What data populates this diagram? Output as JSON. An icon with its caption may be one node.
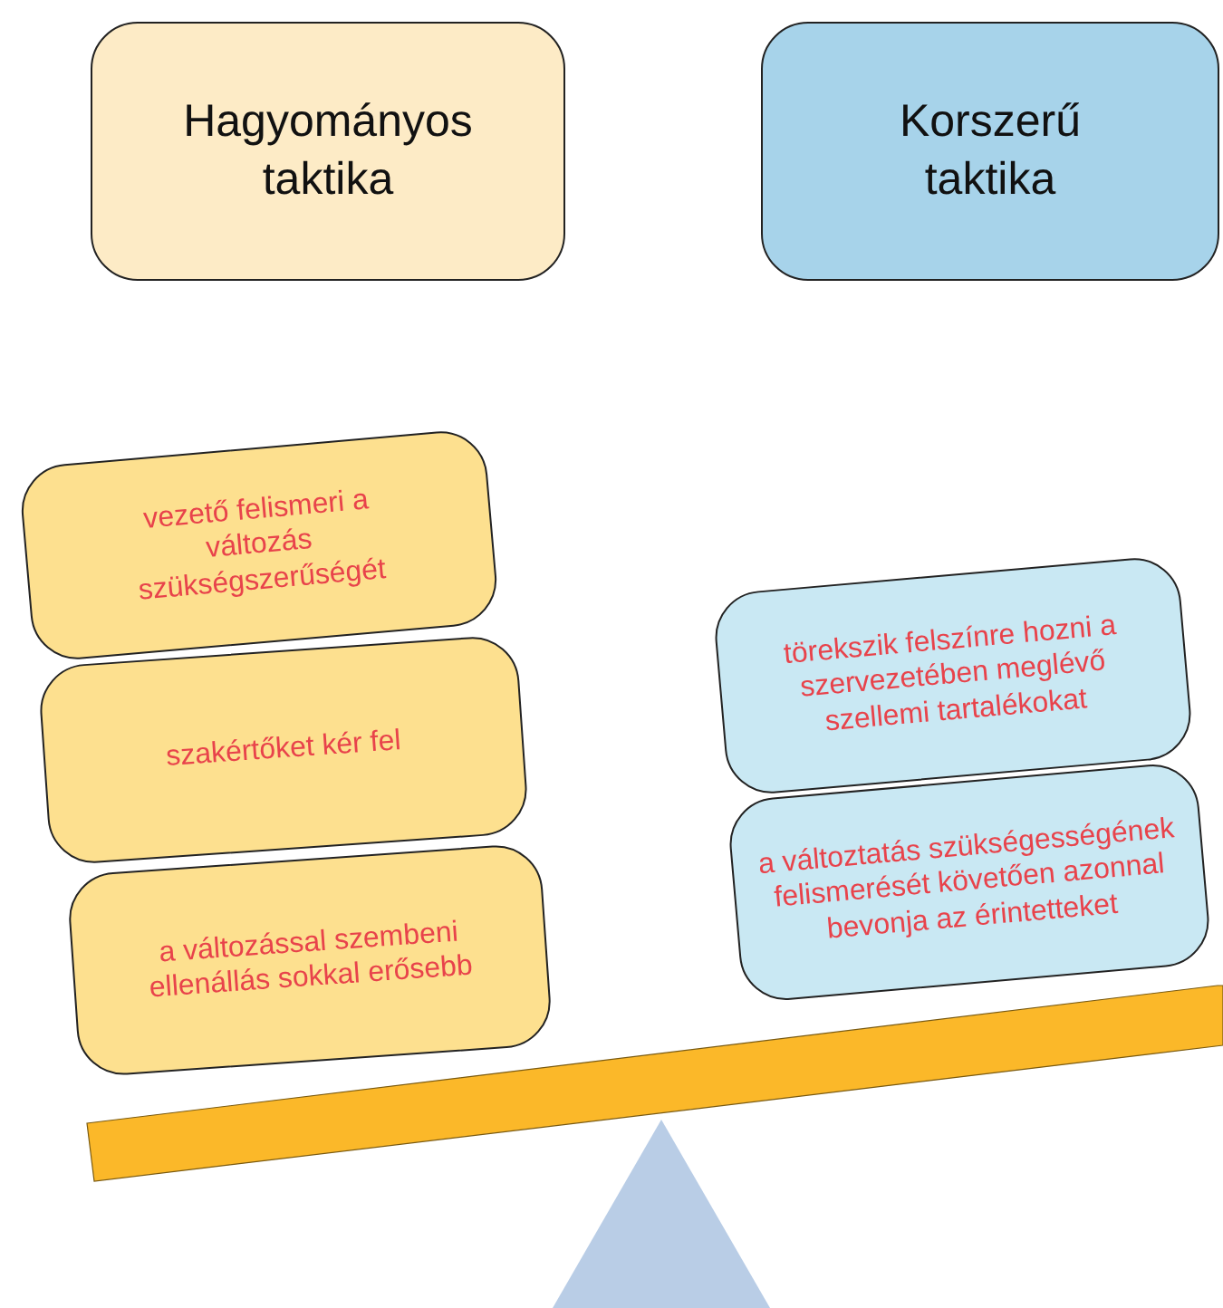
{
  "diagram": {
    "nodes": [
      {
        "text": [
          "Hagyományos taktika"
        ]
      },
      {
        "text": [
          "Korszerű taktika"
        ]
      },
      {
        "text": [
          "vezető felismeri a változás szükségszerűségét"
        ]
      },
      {
        "text": [
          "szakértőket kér fel"
        ]
      },
      {
        "text": [
          "a változással szembeni ellenállás sokkal erősebb"
        ]
      },
      {
        "text": [
          "törekszik felszínre hozni a szervezetében meglévő szellemi tartalékokat"
        ]
      },
      {
        "text": [
          "a változtatás szükségességének felismerését követően azonnal bevonja az érintetteket"
        ]
      }
    ]
  }
}
